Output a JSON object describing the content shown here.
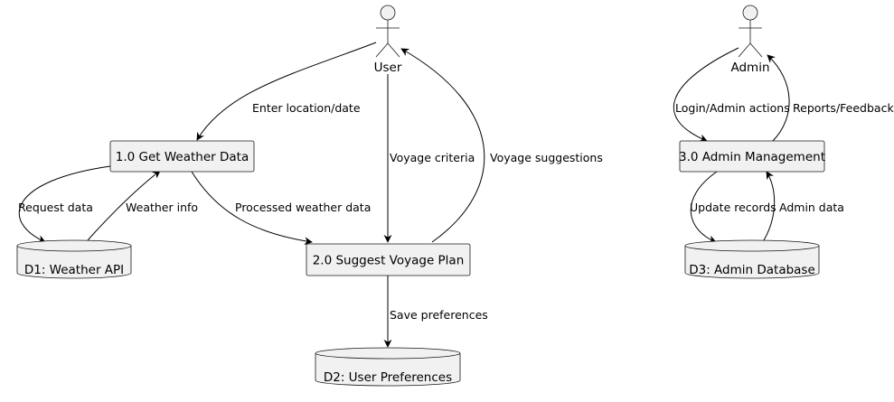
{
  "actors": {
    "user": "User",
    "admin": "Admin"
  },
  "processes": {
    "get_weather": "1.0 Get Weather Data",
    "suggest_voyage": "2.0 Suggest Voyage Plan",
    "admin_mgmt": "3.0 Admin Management"
  },
  "stores": {
    "weather_api": "D1: Weather API",
    "user_prefs": "D2: User Preferences",
    "admin_db": "D3: Admin Database"
  },
  "flows": {
    "enter_location": "Enter location/date",
    "voyage_criteria": "Voyage criteria",
    "voyage_suggestions": "Voyage suggestions",
    "request_data": "Request data",
    "weather_info": "Weather info",
    "processed_weather": "Processed weather data",
    "save_preferences": "Save preferences",
    "login_admin": "Login/Admin actions",
    "reports_feedback": "Reports/Feedback",
    "update_records": "Update records",
    "admin_data": "Admin data"
  }
}
